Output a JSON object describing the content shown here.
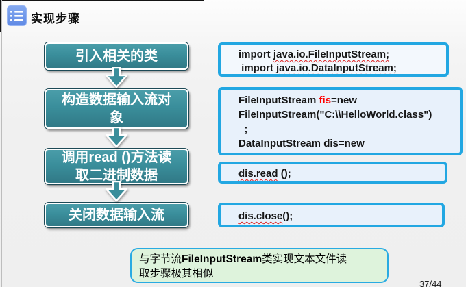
{
  "slide": {
    "title": "实现步骤",
    "page_number": "37/44",
    "colors": {
      "accent_cyan": "#22a7e2",
      "step_teal": "#3a8e9b",
      "code_bg_blue": "#e8f1fb",
      "note_green_bg": "#def3dc",
      "title_icon_blue": "#6d93e8",
      "error_red": "#ff0000",
      "squiggle_red": "#dd2222"
    },
    "steps": [
      {
        "lines": [
          "引入相关的类"
        ]
      },
      {
        "lines": [
          "构造数据输入流对",
          "象"
        ]
      },
      {
        "lines": [
          "调用read ()方法读",
          "取二进制数据"
        ]
      },
      {
        "lines": [
          "关闭数据输入流"
        ]
      }
    ],
    "code_blocks": [
      {
        "lines": [
          [
            {
              "t": "import "
            },
            {
              "t": "java.io.FileInputStream;",
              "wavy": true
            }
          ],
          [
            {
              "t": " import "
            },
            {
              "t": "java.io.DataInputStream;",
              "wavy": true
            }
          ]
        ]
      },
      {
        "lines": [
          [
            {
              "t": "FileInputStream "
            },
            {
              "t": "fis",
              "red": true
            },
            {
              "t": "=new"
            }
          ],
          [
            {
              "t": "FileInputStream(\"C:\\\\HelloWorld.class\")"
            }
          ],
          [
            {
              "t": "  ;"
            }
          ],
          [
            {
              "t": "DataInputStream dis=new"
            }
          ]
        ]
      },
      {
        "lines": [
          [
            {
              "t": "dis.read",
              "wavy": true
            },
            {
              "t": " ();"
            }
          ]
        ]
      },
      {
        "lines": [
          [
            {
              "t": "dis.close",
              "wavy": true
            },
            {
              "t": "();"
            }
          ]
        ]
      }
    ],
    "note": {
      "lines": [
        [
          {
            "t": "与字节流"
          },
          {
            "t": "FileInputStream",
            "bold": true
          },
          {
            "t": "类实现文本文件读"
          }
        ],
        [
          {
            "t": "取步骤极其相似"
          }
        ]
      ]
    }
  }
}
